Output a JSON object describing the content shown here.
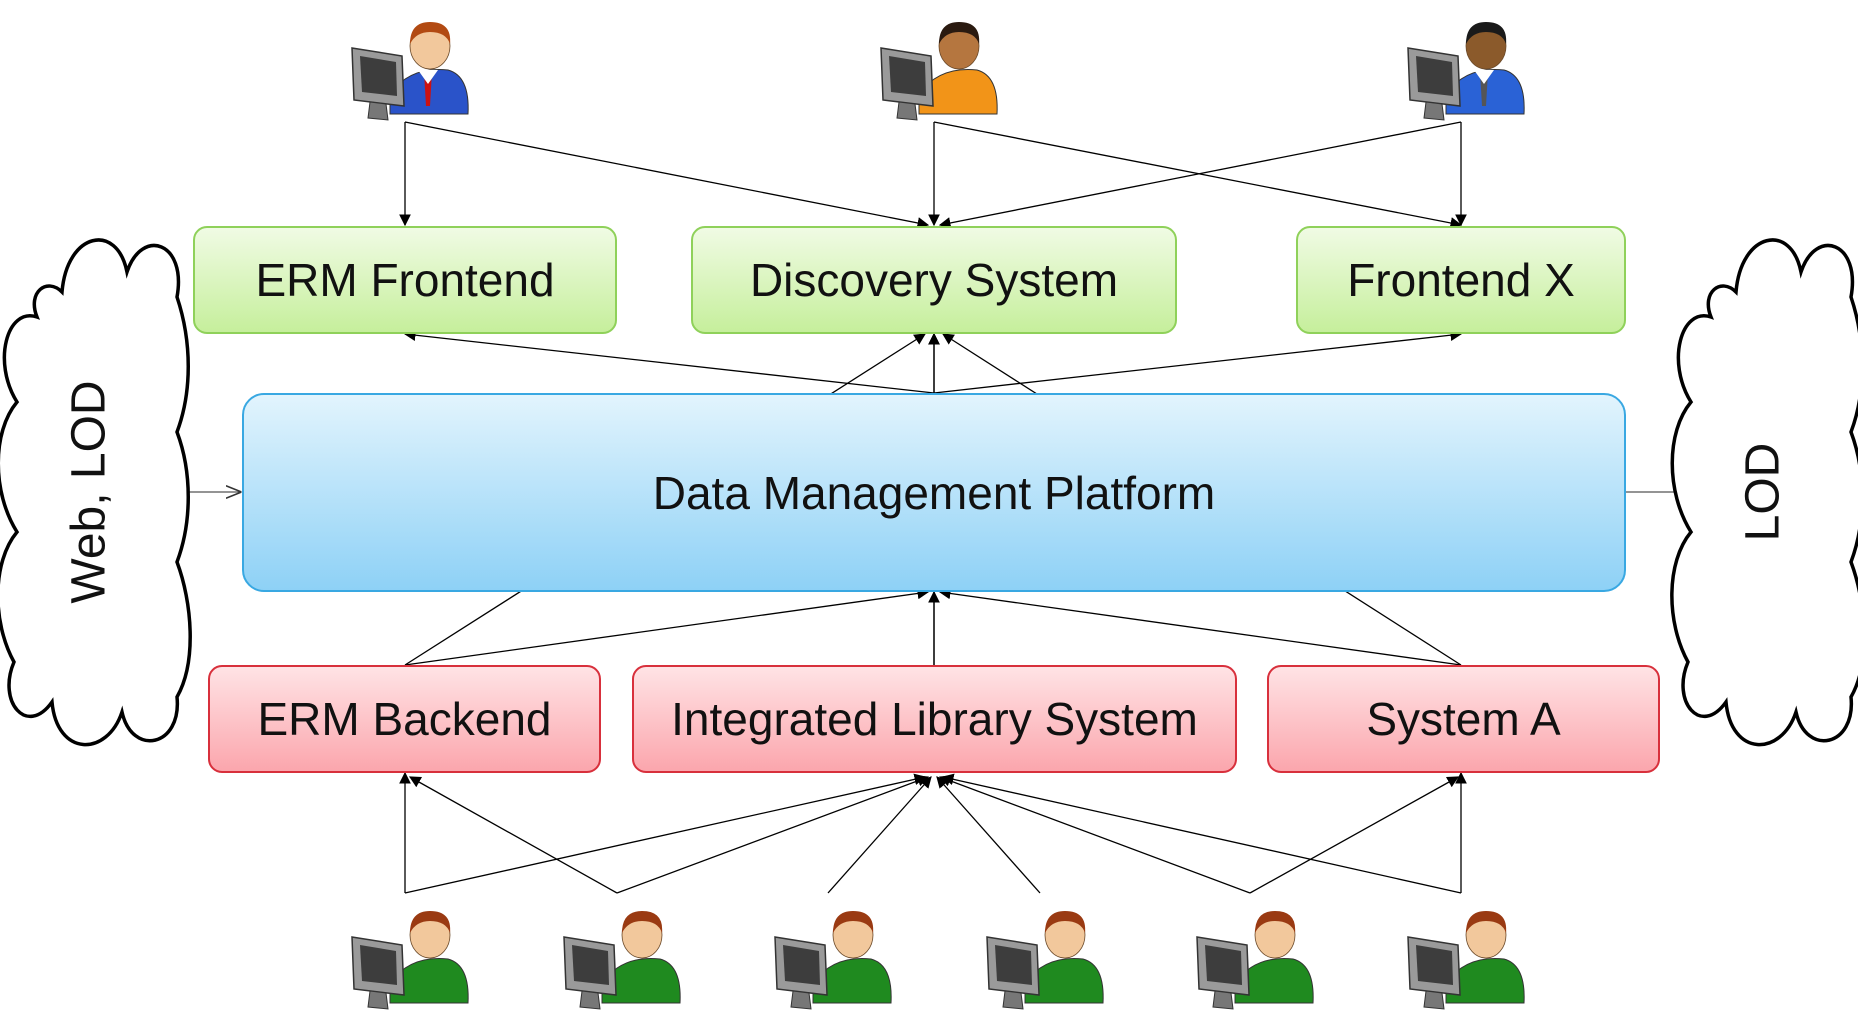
{
  "frontends": [
    {
      "label": "ERM Frontend"
    },
    {
      "label": "Discovery System"
    },
    {
      "label": "Frontend X"
    }
  ],
  "platform": {
    "label": "Data Management Platform"
  },
  "backends": [
    {
      "label": "ERM Backend"
    },
    {
      "label": "Integrated Library System"
    },
    {
      "label": "System A"
    }
  ],
  "clouds": {
    "left": "Web, LOD",
    "right": "LOD"
  },
  "colors": {
    "frontend_fill": "#c6ef9c",
    "frontend_border": "#8fd15a",
    "platform_fill": "#8ed1f6",
    "platform_border": "#39a8e2",
    "backend_fill": "#fba6ad",
    "backend_border": "#d8303c"
  },
  "top_users": [
    {
      "icon": "user-with-red-tie-icon"
    },
    {
      "icon": "user-with-orange-shirt-icon"
    },
    {
      "icon": "user-with-blue-shirt-icon"
    }
  ],
  "bottom_users": [
    {
      "icon": "librarian-icon"
    },
    {
      "icon": "librarian-icon"
    },
    {
      "icon": "librarian-icon"
    },
    {
      "icon": "librarian-icon"
    },
    {
      "icon": "librarian-icon"
    },
    {
      "icon": "librarian-icon"
    }
  ]
}
